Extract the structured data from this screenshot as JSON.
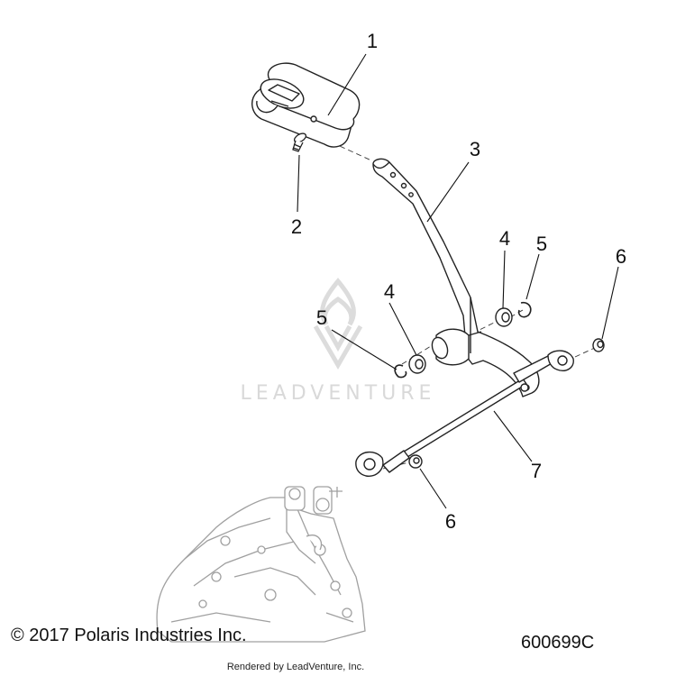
{
  "callouts": {
    "c1": "1",
    "c2": "2",
    "c3": "3",
    "c4a": "4",
    "c4b": "4",
    "c5a": "5",
    "c5b": "5",
    "c6a": "6",
    "c6b": "6",
    "c7": "7"
  },
  "watermark": "LEADVENTURE",
  "footer": {
    "copyright": "© 2017 Polaris Industries Inc.",
    "part_number": "600699C",
    "rendered_by": "Rendered by LeadVenture, Inc."
  },
  "colors": {
    "line": "#222222",
    "watermark": "#d9d9d9",
    "housing": "#9a9a9a"
  }
}
